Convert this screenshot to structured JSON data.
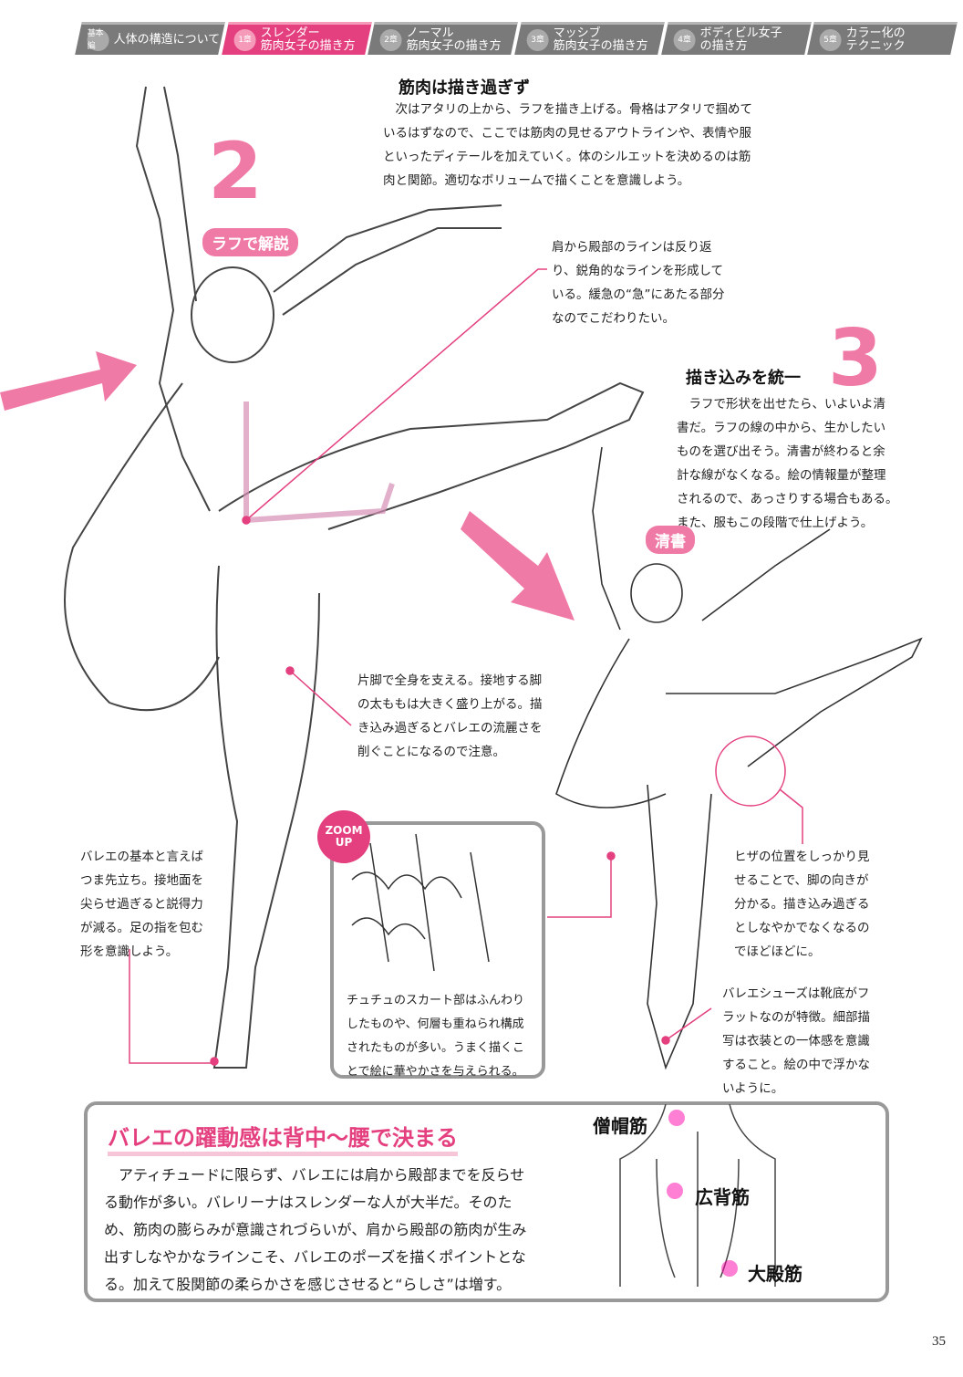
{
  "header": {
    "tabs": [
      {
        "badge": "基本編",
        "label": "人体の構造について",
        "active": false
      },
      {
        "badge": "1章",
        "label": "スレンダー\n筋肉女子の描き方",
        "active": true
      },
      {
        "badge": "2章",
        "label": "ノーマル\n筋肉女子の描き方",
        "active": false
      },
      {
        "badge": "3章",
        "label": "マッシブ\n筋肉女子の描き方",
        "active": false
      },
      {
        "badge": "4章",
        "label": "ボディビル女子\nの描き方",
        "active": false
      },
      {
        "badge": "5章",
        "label": "カラー化の\nテクニック",
        "active": false
      }
    ]
  },
  "step2": {
    "number": "2",
    "tag": "ラフで解説",
    "heading": "筋肉は描き過ぎず",
    "body": "　次はアタリの上から、ラフを描き上げる。骨格はアタリで掴めて\nいるはずなので、ここでは筋肉の見せるアウトラインや、表情や服\nといったディテールを加えていく。体のシルエットを決めるのは筋\n肉と関節。適切なボリュームで描くことを意識しよう。"
  },
  "step3": {
    "number": "3",
    "tag": "清書",
    "heading": "描き込みを統一",
    "body": "　ラフで形状を出せたら、いよいよ清\n書だ。ラフの線の中から、生かしたい\nものを選び出そう。清書が終わると余\n計な線がなくなる。絵の情報量が整理\nされるので、あっさりする場合もある。\nまた、服もこの段階で仕上げよう。"
  },
  "callouts": {
    "shoulder": "肩から殿部のラインは反り返\nり、鋭角的なラインを形成して\nいる。緩急の“急”にあたる部分\nなのでこだわりたい。",
    "leg": "片脚で全身を支える。接地する脚\nの太ももは大きく盛り上がる。描\nき込み過ぎるとバレエの流麗さを\n削ぐことになるので注意。",
    "toe": "バレエの基本と言えば\nつま先立ち。接地面を\n尖らせ過ぎると説得力\nが減る。足の指を包む\n形を意識しよう。",
    "tutu": "チュチュのスカート部はふんわり\nしたものや、何層も重ねられ構成\nされたものが多い。うまく描くこ\nとで絵に華やかさを与えられる。",
    "knee": "ヒザの位置をしっかり見\nせることで、脚の向きが\n分かる。描き込み過ぎる\nとしなやかでなくなるの\nでほどほどに。",
    "shoes": "バレエシューズは靴底がフ\nラットなのが特徴。細部描\n写は衣装との一体感を意識\nすること。絵の中で浮かな\nいように。"
  },
  "zoom_badge": "ZOOM\nUP",
  "summary": {
    "title": "バレエの躍動感は背中〜腰で決まる",
    "body": "　アティチュードに限らず、バレエには肩から殿部までを反らせ\nる動作が多い。バレリーナはスレンダーな人が大半だ。そのた\nめ、筋肉の膨らみが意識されづらいが、肩から殿部の筋肉が生み\n出すしなやかなラインこそ、バレエのポーズを描くポイントとな\nる。加えて股関節の柔らかさを感じさせると“らしさ”は増す。",
    "muscles": [
      "僧帽筋",
      "広背筋",
      "大殿筋"
    ]
  },
  "page_number": "35",
  "colors": {
    "accent": "#e4407f",
    "pink_light": "#f07aa6",
    "gray": "#7a7a7a"
  }
}
